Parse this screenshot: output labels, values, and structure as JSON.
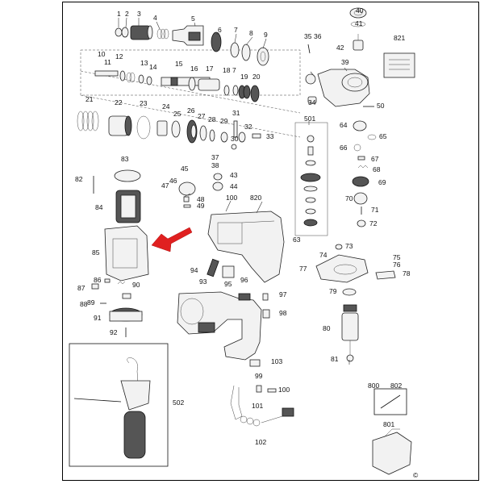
{
  "diagram": {
    "copyright_symbol": "©",
    "labels": [
      "1",
      "2",
      "3",
      "4",
      "5",
      "6",
      "7",
      "8",
      "9",
      "10",
      "11",
      "12",
      "13",
      "14",
      "15",
      "16",
      "17",
      "18",
      "7",
      "19",
      "20",
      "21",
      "22",
      "23",
      "24",
      "25",
      "26",
      "27",
      "28",
      "29",
      "30",
      "31",
      "32",
      "33",
      "35",
      "36",
      "37",
      "38",
      "39",
      "40",
      "41",
      "42",
      "43",
      "44",
      "45",
      "46",
      "47",
      "48",
      "49",
      "34",
      "50",
      "501",
      "64",
      "65",
      "66",
      "67",
      "68",
      "69",
      "70",
      "71",
      "72",
      "73",
      "74",
      "75",
      "76",
      "77",
      "78",
      "79",
      "80",
      "81",
      "63",
      "100",
      "820",
      "821",
      "82",
      "83",
      "84",
      "85",
      "86",
      "87",
      "88",
      "89",
      "90",
      "91",
      "92",
      "93",
      "94",
      "95",
      "96",
      "97",
      "98",
      "99",
      "100",
      "101",
      "102",
      "103",
      "502",
      "800",
      "802",
      "801"
    ],
    "colors": {
      "arrow": "#e02020",
      "line": "#222222"
    }
  }
}
